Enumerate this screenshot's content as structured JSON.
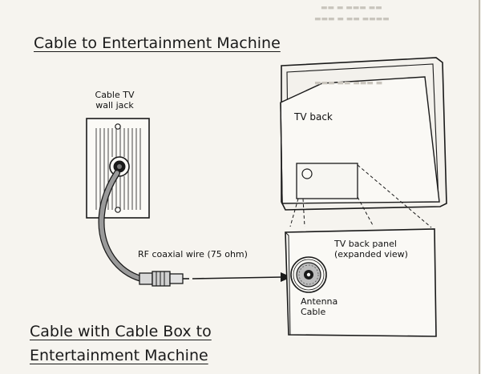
{
  "headings": {
    "section1": "Cable to Entertainment Machine",
    "section2_line1": "Cable with Cable Box to",
    "section2_line2": "Entertainment Machine"
  },
  "labels": {
    "wall_jack_line1": "Cable TV",
    "wall_jack_line2": "wall jack",
    "tv_back": "TV back",
    "rf_wire": "RF coaxial wire (75 ohm)",
    "panel_line1": "TV back panel",
    "panel_line2": "(expanded view)",
    "antenna_line1": "Antenna",
    "antenna_line2": "Cable"
  },
  "colors": {
    "ink": "#1a1a1a",
    "paper": "#f6f4ef",
    "cable": "#9a9a9a"
  }
}
